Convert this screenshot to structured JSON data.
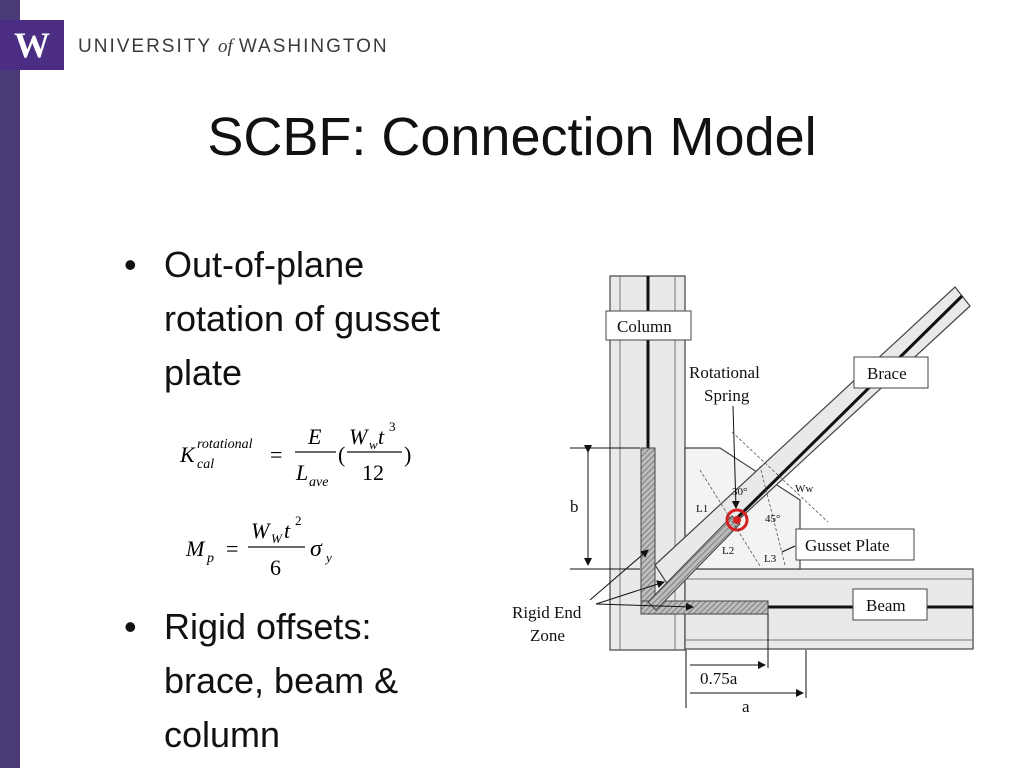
{
  "header": {
    "logo_letter": "W",
    "university_part1": "UNIVERSITY",
    "university_of": "of",
    "university_part2": "WASHINGTON"
  },
  "slide": {
    "title": "SCBF: Connection Model",
    "bullets": [
      {
        "text": "Out-of-plane rotation of gusset plate"
      },
      {
        "text": "Rigid offsets: brace, beam & column"
      }
    ],
    "formula1": {
      "K": "K",
      "sup": "rotational",
      "sub": "cal",
      "eq": "=",
      "E": "E",
      "L": "L",
      "Lsub": "ave",
      "W": "W",
      "Wsub": "w",
      "t": "t",
      "texp": "3",
      "twelve": "12",
      "lp": "(",
      "rp": ")"
    },
    "formula2": {
      "M": "M",
      "Msub": "p",
      "eq": "=",
      "W": "W",
      "Wsub": "W",
      "t": "t",
      "texp": "2",
      "six": "6",
      "sigma": "σ",
      "sigsub": "y"
    }
  },
  "diagram": {
    "labels": {
      "column": "Column",
      "brace": "Brace",
      "rotational": "Rotational",
      "spring": "Spring",
      "gusset": "Gusset Plate",
      "beam": "Beam",
      "rigid1": "Rigid End",
      "rigid2": "Zone",
      "b": "b",
      "a075": "0.75a",
      "a": "a",
      "ww": "Ww",
      "ang30": "30°",
      "ang45": "45°",
      "L1": "L1",
      "L2": "L2",
      "L3": "L3"
    },
    "colors": {
      "hatch": "#8a8a8a",
      "spring": "#d42020",
      "outline": "#444444"
    }
  }
}
